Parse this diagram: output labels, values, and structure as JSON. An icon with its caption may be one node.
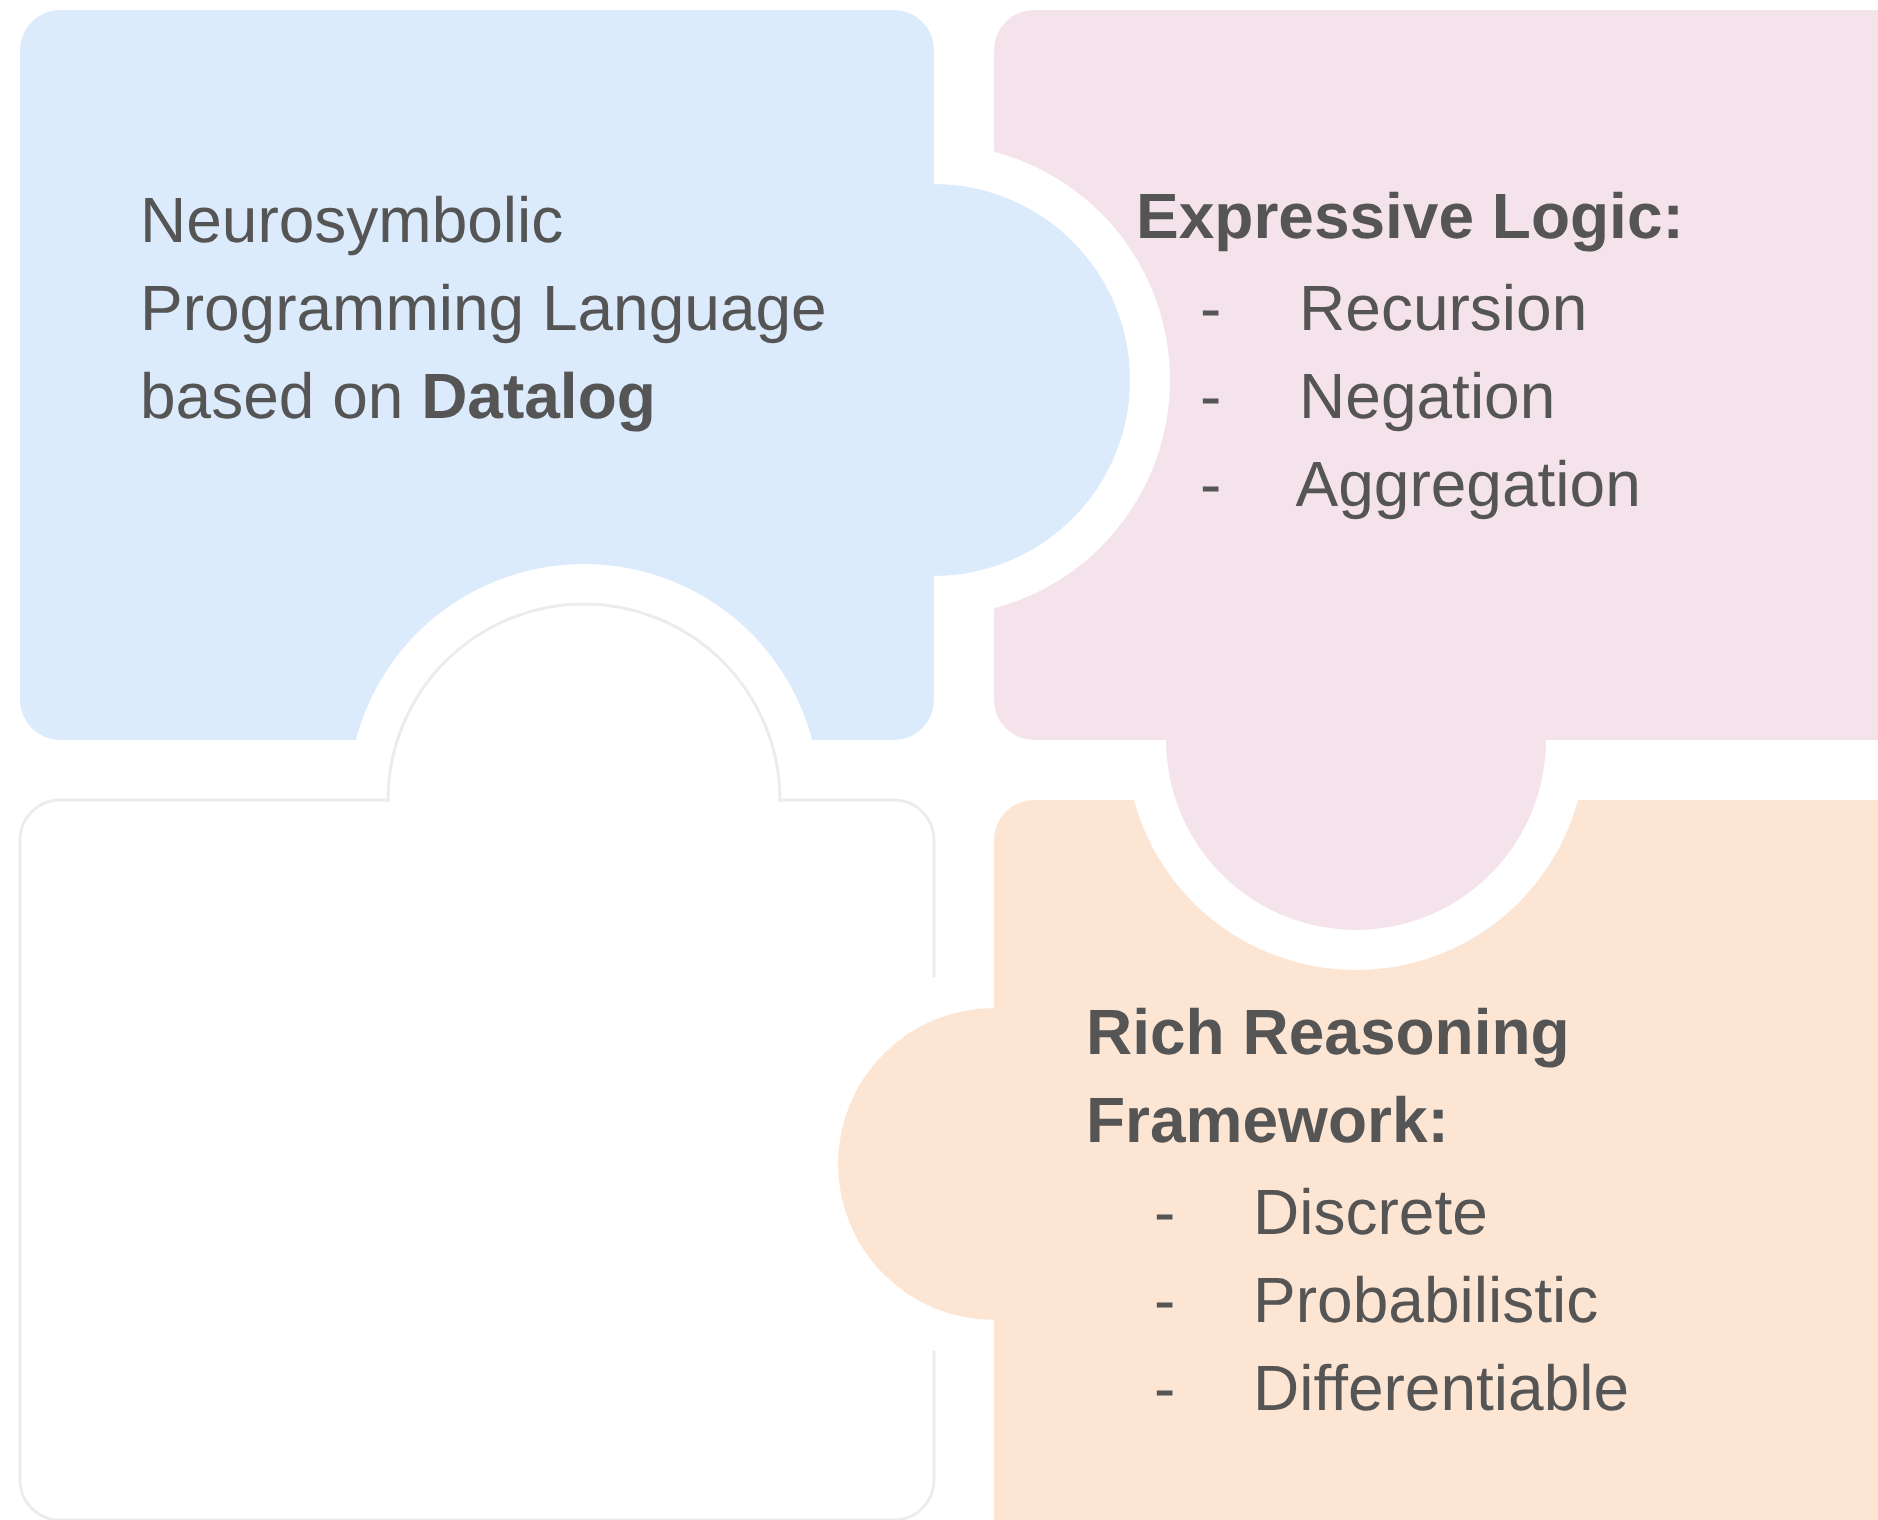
{
  "diagram": {
    "nodes": [
      {
        "text": [
          "Neurosymbolic Programming Language based on **Datalog**"
        ]
      },
      {
        "text": [
          "Expressive Logic:",
          "- Recursion",
          "- Negation",
          "- Aggregation"
        ]
      },
      {
        "text": [],
        "shape": "box"
      },
      {
        "text": [
          "Rich Reasoning Framework:",
          "- Discrete",
          "- Probabilistic",
          "- Differentiable"
        ]
      }
    ]
  }
}
